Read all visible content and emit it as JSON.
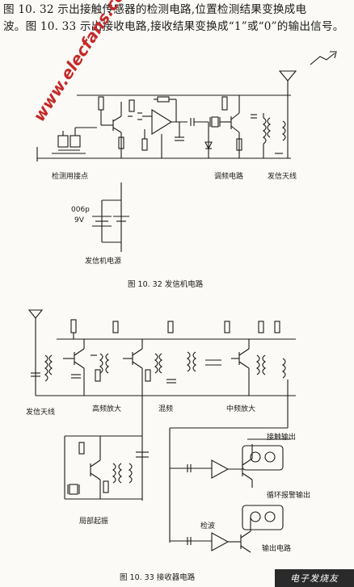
{
  "intro": {
    "line1": "图 10. 32 示出接触传感器的检测电路,位置检测结果变换成电",
    "line2": "波。图 10. 33 示出接收电路,接收结果变换成“1”或“0”的输出信号。"
  },
  "watermark": "www.elecfans.com",
  "fig32": {
    "labels": {
      "detect_contact": "检测用接点",
      "modulator": "调频电路",
      "tx_antenna": "发信天线",
      "battery_type": "006p",
      "battery_voltage": "9V",
      "tx_power": "发信机电源"
    },
    "caption": "图 10. 32   发信机电路"
  },
  "fig33": {
    "labels": {
      "tx_antenna": "发信天线",
      "rf_amp": "高频放大",
      "mixer": "混频",
      "if_amp": "中频放大",
      "contact_out": "接触输出",
      "cycle_out": "循环报警输出",
      "local_osc": "局部起振",
      "detector": "检波",
      "output_circuit": "输出电路"
    },
    "caption": "图 10. 33   接收器电路"
  },
  "brand_text": "电子发烧友"
}
